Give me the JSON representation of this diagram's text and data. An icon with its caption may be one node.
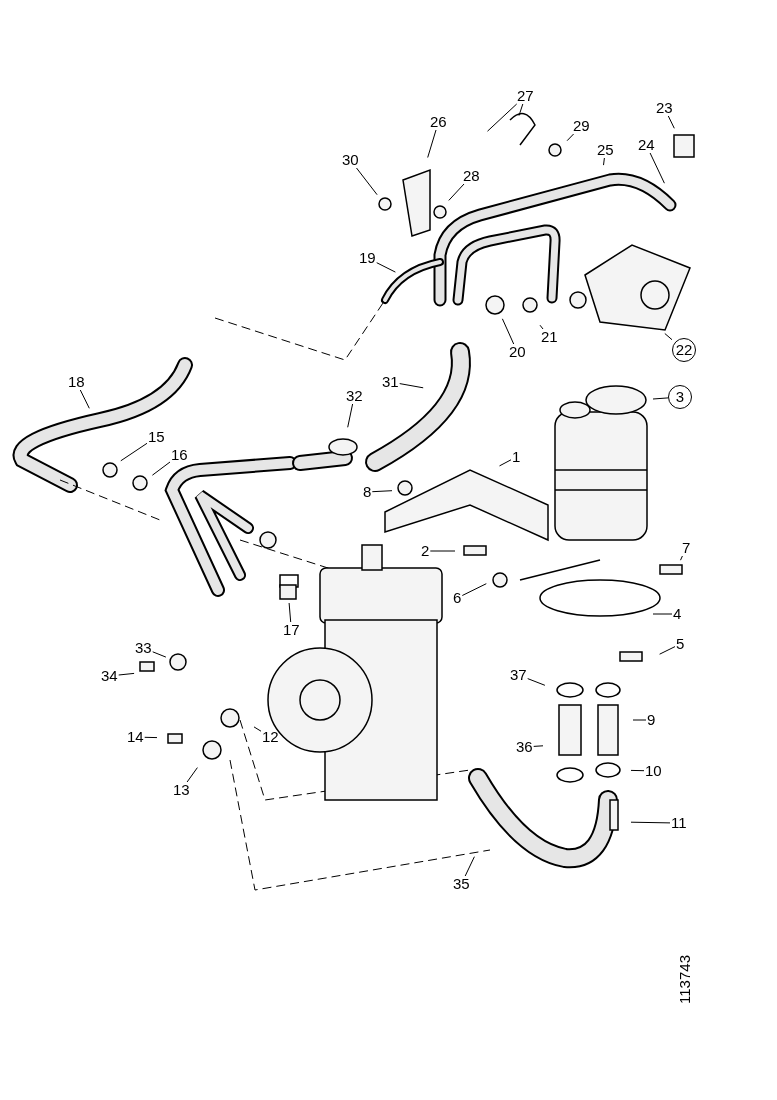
{
  "diagram": {
    "nodes": [
      {
        "text": [
          "27"
        ]
      },
      {
        "text": [
          "26"
        ]
      },
      {
        "text": [
          "29"
        ]
      },
      {
        "text": [
          "23"
        ]
      },
      {
        "text": [
          "25"
        ]
      },
      {
        "text": [
          "24"
        ]
      },
      {
        "text": [
          "30"
        ]
      },
      {
        "text": [
          "28"
        ]
      },
      {
        "text": [
          "19"
        ]
      },
      {
        "text": [
          "22"
        ]
      },
      {
        "text": [
          "21"
        ]
      },
      {
        "text": [
          "20"
        ]
      },
      {
        "text": [
          "18"
        ]
      },
      {
        "text": [
          "3"
        ]
      },
      {
        "text": [
          "31"
        ]
      },
      {
        "text": [
          "32"
        ]
      },
      {
        "text": [
          "15"
        ]
      },
      {
        "text": [
          "16"
        ]
      },
      {
        "text": [
          "1"
        ]
      },
      {
        "text": [
          "8"
        ]
      },
      {
        "text": [
          "2"
        ]
      },
      {
        "text": [
          "7"
        ]
      },
      {
        "text": [
          "6"
        ]
      },
      {
        "text": [
          "17"
        ]
      },
      {
        "text": [
          "4"
        ]
      },
      {
        "text": [
          "5"
        ]
      },
      {
        "text": [
          "33"
        ]
      },
      {
        "text": [
          "34"
        ]
      },
      {
        "text": [
          "37"
        ]
      },
      {
        "text": [
          "9"
        ]
      },
      {
        "text": [
          "14"
        ]
      },
      {
        "text": [
          "12"
        ]
      },
      {
        "text": [
          "36"
        ]
      },
      {
        "text": [
          "13"
        ]
      },
      {
        "text": [
          "10"
        ]
      },
      {
        "text": [
          "11"
        ]
      },
      {
        "text": [
          "35"
        ]
      }
    ],
    "edges": [
      {
        "from": 0,
        "to": null,
        "arrow": "none"
      },
      {
        "from": 0,
        "to": null,
        "arrow": "none"
      },
      {
        "from": 1,
        "to": null,
        "arrow": "none"
      },
      {
        "from": 2,
        "to": null,
        "arrow": "none"
      },
      {
        "from": 3,
        "to": null,
        "arrow": "none"
      },
      {
        "from": 4,
        "to": null,
        "arrow": "none"
      },
      {
        "from": 5,
        "to": null,
        "arrow": "none"
      },
      {
        "from": 6,
        "to": null,
        "arrow": "none"
      },
      {
        "from": 7,
        "to": null,
        "arrow": "none"
      },
      {
        "from": 8,
        "to": null,
        "arrow": "none"
      },
      {
        "from": 9,
        "to": null,
        "arrow": "none"
      },
      {
        "from": 10,
        "to": null,
        "arrow": "none"
      },
      {
        "from": 11,
        "to": null,
        "arrow": "none"
      },
      {
        "from": 12,
        "to": null,
        "arrow": "none"
      },
      {
        "from": 13,
        "to": null,
        "arrow": "none"
      },
      {
        "from": 14,
        "to": null,
        "arrow": "none"
      },
      {
        "from": 15,
        "to": null,
        "arrow": "none"
      },
      {
        "from": 16,
        "to": null,
        "arrow": "none"
      },
      {
        "from": 17,
        "to": null,
        "arrow": "none"
      },
      {
        "from": 18,
        "to": null,
        "arrow": "none"
      },
      {
        "from": 19,
        "to": null,
        "arrow": "none"
      },
      {
        "from": 20,
        "to": null,
        "arrow": "none"
      },
      {
        "from": 21,
        "to": null,
        "arrow": "none"
      },
      {
        "from": 22,
        "to": null,
        "arrow": "none"
      },
      {
        "from": 23,
        "to": null,
        "arrow": "none"
      },
      {
        "from": 24,
        "to": null,
        "arrow": "none"
      },
      {
        "from": 25,
        "to": null,
        "arrow": "none"
      },
      {
        "from": 26,
        "to": null,
        "arrow": "none"
      },
      {
        "from": 27,
        "to": null,
        "arrow": "none"
      },
      {
        "from": 28,
        "to": null,
        "arrow": "none"
      },
      {
        "from": 29,
        "to": null,
        "arrow": "none"
      },
      {
        "from": 30,
        "to": null,
        "arrow": "none"
      },
      {
        "from": 31,
        "to": null,
        "arrow": "none"
      },
      {
        "from": 32,
        "to": null,
        "arrow": "none"
      },
      {
        "from": 33,
        "to": null,
        "arrow": "none"
      },
      {
        "from": 34,
        "to": null,
        "arrow": "none"
      },
      {
        "from": 35,
        "to": null,
        "arrow": "none"
      },
      {
        "from": 36,
        "to": null,
        "arrow": "none"
      }
    ],
    "labels": [
      "113743"
    ]
  }
}
